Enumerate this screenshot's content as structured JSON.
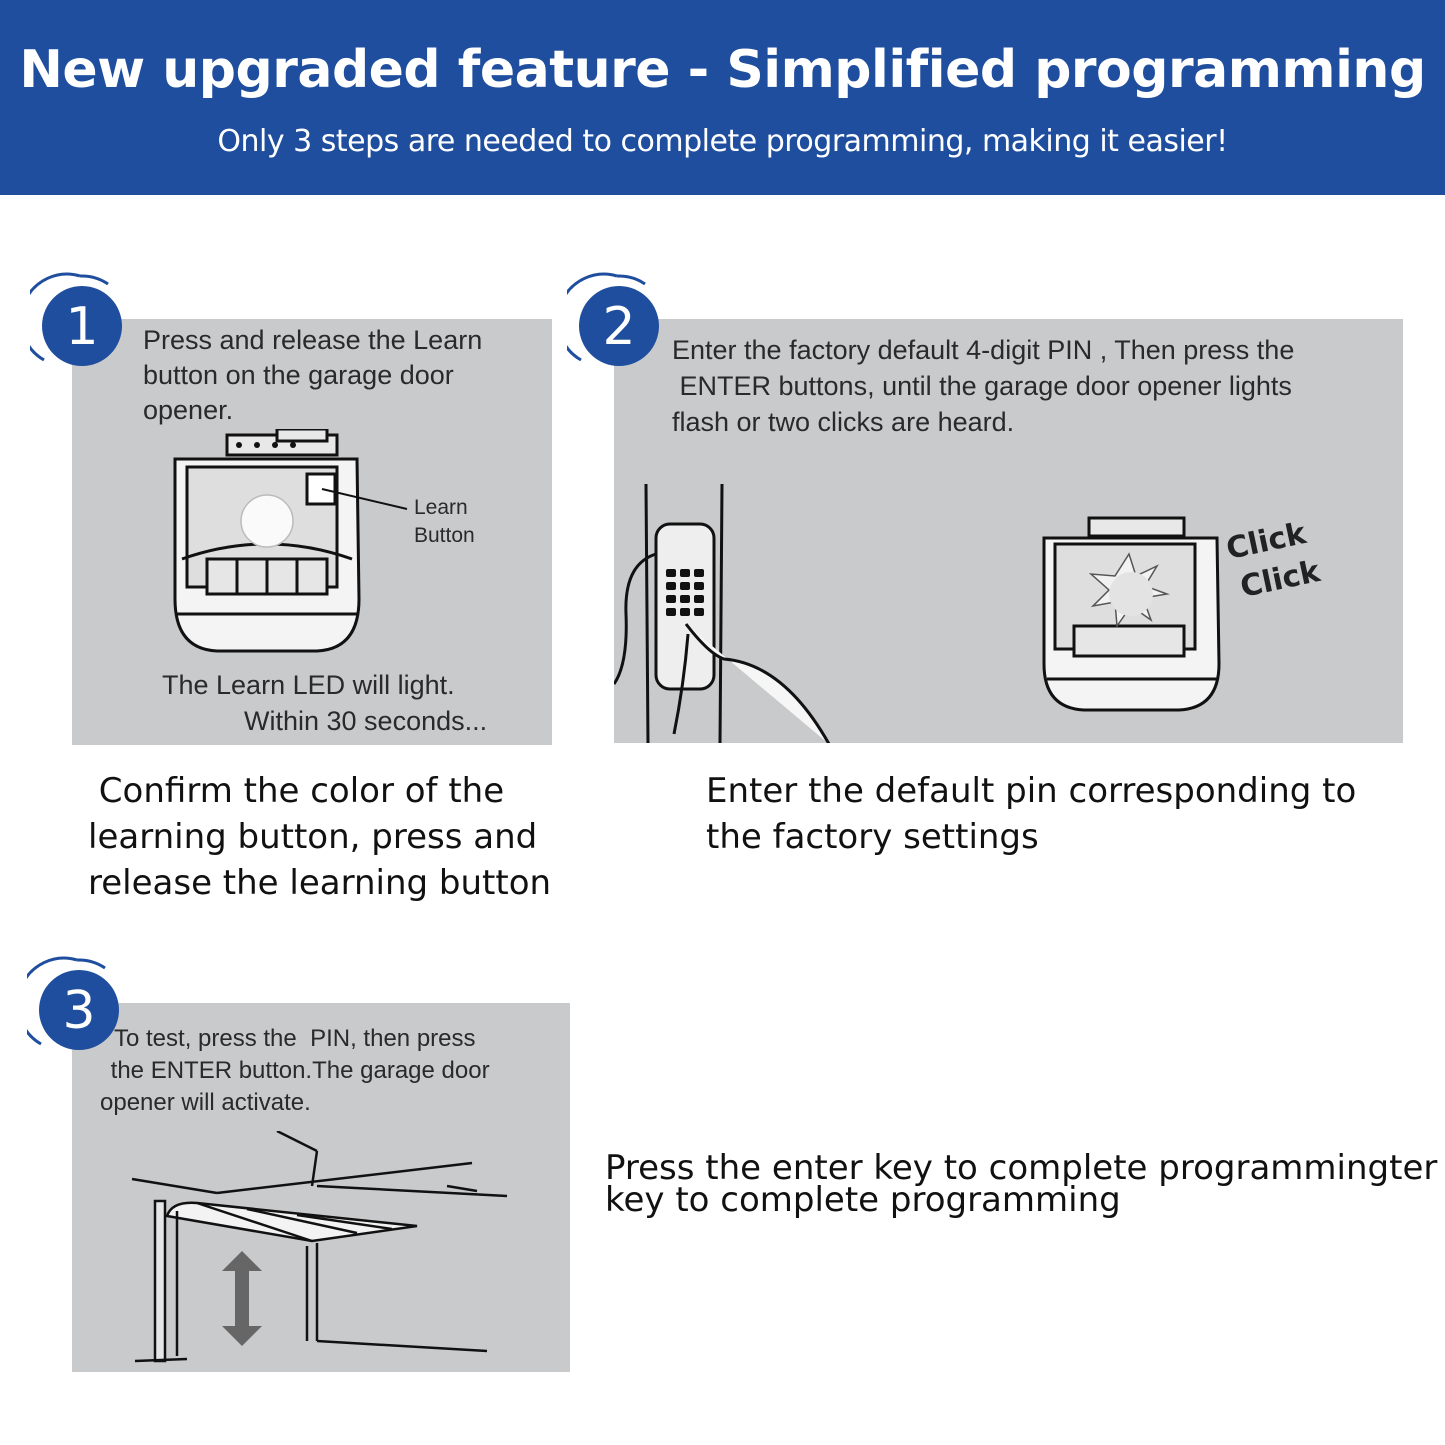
{
  "header": {
    "title": "New upgraded feature - Simplified programming",
    "subtitle": "Only 3 steps are needed to complete programming, making it easier!"
  },
  "colors": {
    "header_bg": "#1f4e9e",
    "panel_bg": "#c9cacc",
    "badge": "#1f4e9e"
  },
  "steps": [
    {
      "number": "1",
      "panel_lines": [
        "Press and release the Learn",
        "button on the garage door",
        "opener."
      ],
      "label_lines": [
        "Learn",
        "Button"
      ],
      "footer_lines": [
        "The Learn LED will light.",
        "Within 30 seconds..."
      ],
      "caption_lines": [
        " Confirm the color of the",
        "learning button, press and",
        "release the learning button"
      ]
    },
    {
      "number": "2",
      "panel_lines": [
        "Enter the factory default 4-digit PIN , Then press the",
        " ENTER buttons, until the garage door opener lights",
        "flash or two clicks are heard."
      ],
      "click_words": [
        "Click",
        "Click"
      ],
      "caption_lines": [
        "Enter the default pin corresponding to",
        "the factory settings"
      ]
    },
    {
      "number": "3",
      "panel_lines": [
        "To test, press the  PIN, then press",
        " the ENTER button.The garage door",
        "opener will activate."
      ],
      "caption_lines": [
        "Press the enter key to complete programmingter",
        "key to complete programming"
      ]
    }
  ]
}
